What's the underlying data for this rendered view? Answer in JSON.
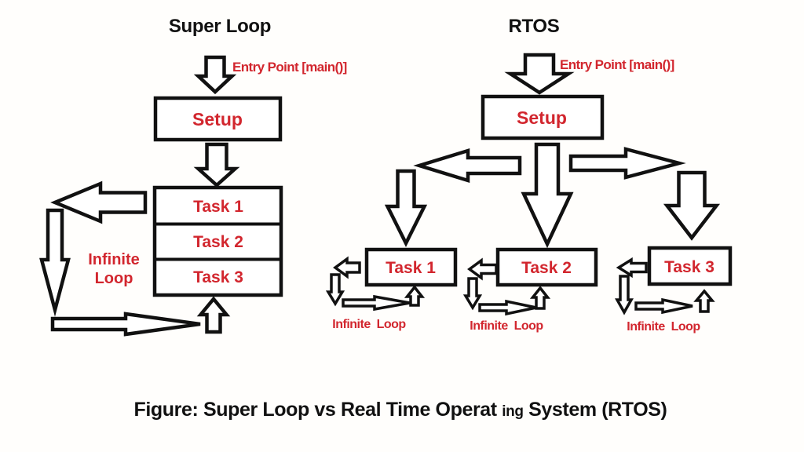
{
  "colors": {
    "red": "#d2262e",
    "ink": "#111111",
    "background": "#fffefc"
  },
  "super_loop": {
    "title": "Super Loop",
    "entry_label": "Entry Point [main()]",
    "setup_label": "Setup",
    "tasks": [
      "Task 1",
      "Task 2",
      "Task 3"
    ],
    "infinite_loop_line1": "Infinite",
    "infinite_loop_line2": "Loop"
  },
  "rtos": {
    "title": "RTOS",
    "entry_label": "Entry Point [main()]",
    "setup_label": "Setup",
    "tasks": [
      {
        "label": "Task 1",
        "loop_label": "Infinite  Loop"
      },
      {
        "label": "Task 2",
        "loop_label": "Infinite  Loop"
      },
      {
        "label": "Task 3",
        "loop_label": "Infinite  Loop"
      }
    ]
  },
  "caption": {
    "part1": "Figure: Super Loop vs Real Time Operat",
    "part2": "ing",
    "part3": " System (RTOS)"
  }
}
